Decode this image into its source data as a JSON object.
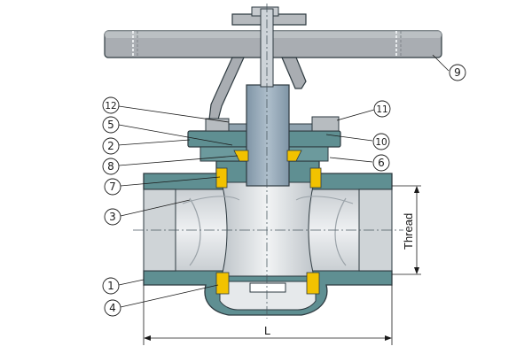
{
  "diagram": {
    "callouts": [
      {
        "id": "c1",
        "label": "1"
      },
      {
        "id": "c2",
        "label": "2"
      },
      {
        "id": "c3",
        "label": "3"
      },
      {
        "id": "c4",
        "label": "4"
      },
      {
        "id": "c5",
        "label": "5"
      },
      {
        "id": "c6",
        "label": "6"
      },
      {
        "id": "c7",
        "label": "7"
      },
      {
        "id": "c8",
        "label": "8"
      },
      {
        "id": "c9",
        "label": "9"
      },
      {
        "id": "c10",
        "label": "10"
      },
      {
        "id": "c11",
        "label": "11"
      },
      {
        "id": "c12",
        "label": "12"
      }
    ],
    "dimensions": {
      "length_label": "L",
      "thread_label": "Thread"
    },
    "colors": {
      "body": "#5f8f92",
      "body_dark": "#3f6e72",
      "handle": "#a7abb0",
      "stem": "#8ea3b3",
      "seal": "#f2c200",
      "bore": "#d9dde0",
      "outline": "#2e3a40"
    }
  }
}
